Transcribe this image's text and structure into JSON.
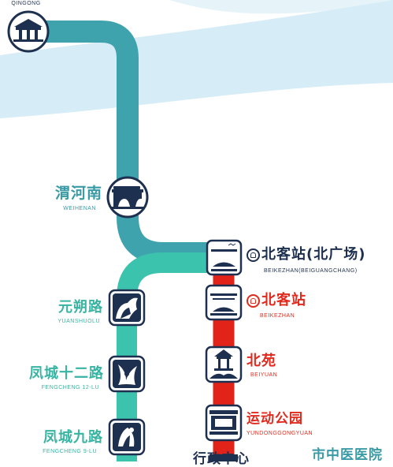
{
  "lines": {
    "upper_color": "#3fa3ad",
    "green_color": "#3cc3ae",
    "red_color": "#e2231a",
    "river_color": "#d6ecf6"
  },
  "stations": [
    {
      "id": "qingong",
      "en": "QINGONG",
      "icon": "gate-tower-icon"
    },
    {
      "id": "weihenan",
      "cn": "渭河南",
      "en": "WEIHENAN",
      "icon": "bridge-icon"
    },
    {
      "id": "beikezhan-bgc",
      "cn": "北客站(北广场)",
      "en": "BEIKEZHAN(BEIGUANGCHANG)",
      "icon": "railway-station-icon",
      "transfer_icon": "railway-icon"
    },
    {
      "id": "yuanshuolu",
      "cn": "元朔路",
      "en": "YUANSHUOLU",
      "icon": "horse-statue-icon"
    },
    {
      "id": "beikezhan",
      "cn": "北客站",
      "en": "BEIKEZHAN",
      "icon": "railway-station-icon",
      "transfer_icon": "railway-icon"
    },
    {
      "id": "beiyuan",
      "cn": "北苑",
      "en": "BEIYUAN",
      "icon": "pavilion-icon"
    },
    {
      "id": "fengcheng12",
      "cn": "凤城十二路",
      "en": "FENGCHENG 12-LU",
      "icon": "phoenix-icon"
    },
    {
      "id": "yundonggongyuan",
      "cn": "运动公园",
      "en": "YUNDONGGONGYUAN",
      "icon": "stadium-icon"
    },
    {
      "id": "fengcheng9",
      "cn": "凤城九路",
      "en": "FENGCHENG 9-LU",
      "icon": "dancer-icon"
    },
    {
      "id": "xingzhengzhongxin",
      "cn": "行政中心",
      "icon": "building-icon"
    },
    {
      "id": "shizhongyiyiyuan",
      "cn": "市中医医院",
      "icon": "hospital-icon"
    }
  ]
}
